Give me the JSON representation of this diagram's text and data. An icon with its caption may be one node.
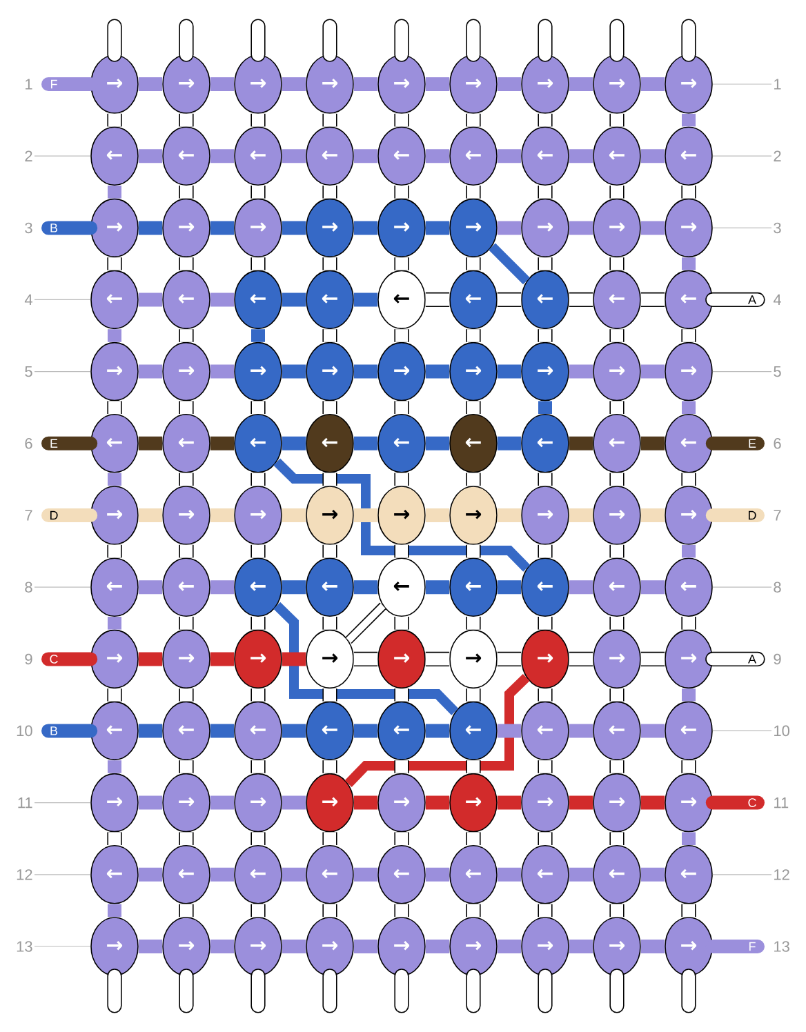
{
  "diagram": {
    "nodes": [
      {
        "text": [
          "→"
        ]
      },
      {
        "text": [
          "→"
        ]
      },
      {
        "text": [
          "→"
        ]
      },
      {
        "text": [
          "→"
        ]
      },
      {
        "text": [
          "→"
        ]
      },
      {
        "text": [
          "→"
        ]
      },
      {
        "text": [
          "→"
        ]
      },
      {
        "text": [
          "→"
        ]
      },
      {
        "text": [
          "→"
        ]
      },
      {
        "text": [
          "←"
        ]
      },
      {
        "text": [
          "←"
        ]
      },
      {
        "text": [
          "←"
        ]
      },
      {
        "text": [
          "←"
        ]
      },
      {
        "text": [
          "←"
        ]
      },
      {
        "text": [
          "←"
        ]
      },
      {
        "text": [
          "←"
        ]
      },
      {
        "text": [
          "←"
        ]
      },
      {
        "text": [
          "←"
        ]
      },
      {
        "text": [
          "→"
        ]
      },
      {
        "text": [
          "→"
        ]
      },
      {
        "text": [
          "→"
        ]
      },
      {
        "text": [
          "→"
        ]
      },
      {
        "text": [
          "→"
        ]
      },
      {
        "text": [
          "→"
        ]
      },
      {
        "text": [
          "→"
        ]
      },
      {
        "text": [
          "→"
        ]
      },
      {
        "text": [
          "→"
        ]
      },
      {
        "text": [
          "←"
        ]
      },
      {
        "text": [
          "←"
        ]
      },
      {
        "text": [
          "←"
        ]
      },
      {
        "text": [
          "←"
        ]
      },
      {
        "text": [
          "←"
        ]
      },
      {
        "text": [
          "←"
        ]
      },
      {
        "text": [
          "←"
        ]
      },
      {
        "text": [
          "←"
        ]
      },
      {
        "text": [
          "←"
        ]
      },
      {
        "text": [
          "→"
        ]
      },
      {
        "text": [
          "→"
        ]
      },
      {
        "text": [
          "→"
        ]
      },
      {
        "text": [
          "→"
        ]
      },
      {
        "text": [
          "→"
        ]
      },
      {
        "text": [
          "→"
        ]
      },
      {
        "text": [
          "→"
        ]
      },
      {
        "text": [
          "→"
        ]
      },
      {
        "text": [
          "→"
        ]
      },
      {
        "text": [
          "←"
        ]
      },
      {
        "text": [
          "←"
        ]
      },
      {
        "text": [
          "←"
        ]
      },
      {
        "text": [
          "←"
        ]
      },
      {
        "text": [
          "←"
        ]
      },
      {
        "text": [
          "←"
        ]
      },
      {
        "text": [
          "←"
        ]
      },
      {
        "text": [
          "←"
        ]
      },
      {
        "text": [
          "←"
        ]
      },
      {
        "text": [
          "→"
        ]
      },
      {
        "text": [
          "→"
        ]
      },
      {
        "text": [
          "→"
        ]
      },
      {
        "text": [
          "→"
        ]
      },
      {
        "text": [
          "→"
        ]
      },
      {
        "text": [
          "→"
        ]
      },
      {
        "text": [
          "→"
        ]
      },
      {
        "text": [
          "→"
        ]
      },
      {
        "text": [
          "→"
        ]
      },
      {
        "text": [
          "←"
        ]
      },
      {
        "text": [
          "←"
        ]
      },
      {
        "text": [
          "←"
        ]
      },
      {
        "text": [
          "←"
        ]
      },
      {
        "text": [
          "←"
        ]
      },
      {
        "text": [
          "←"
        ]
      },
      {
        "text": [
          "←"
        ]
      },
      {
        "text": [
          "←"
        ]
      },
      {
        "text": [
          "←"
        ]
      },
      {
        "text": [
          "→"
        ]
      },
      {
        "text": [
          "→"
        ]
      },
      {
        "text": [
          "→"
        ]
      },
      {
        "text": [
          "→"
        ]
      },
      {
        "text": [
          "→"
        ]
      },
      {
        "text": [
          "→"
        ]
      },
      {
        "text": [
          "→"
        ]
      },
      {
        "text": [
          "→"
        ]
      },
      {
        "text": [
          "→"
        ]
      },
      {
        "text": [
          "←"
        ]
      },
      {
        "text": [
          "←"
        ]
      },
      {
        "text": [
          "←"
        ]
      },
      {
        "text": [
          "←"
        ]
      },
      {
        "text": [
          "←"
        ]
      },
      {
        "text": [
          "←"
        ]
      },
      {
        "text": [
          "←"
        ]
      },
      {
        "text": [
          "←"
        ]
      },
      {
        "text": [
          "←"
        ]
      },
      {
        "text": [
          "→"
        ]
      },
      {
        "text": [
          "→"
        ]
      },
      {
        "text": [
          "→"
        ]
      },
      {
        "text": [
          "→"
        ]
      },
      {
        "text": [
          "→"
        ]
      },
      {
        "text": [
          "→"
        ]
      },
      {
        "text": [
          "→"
        ]
      },
      {
        "text": [
          "→"
        ]
      },
      {
        "text": [
          "→"
        ]
      },
      {
        "text": [
          "←"
        ]
      },
      {
        "text": [
          "←"
        ]
      },
      {
        "text": [
          "←"
        ]
      },
      {
        "text": [
          "←"
        ]
      },
      {
        "text": [
          "←"
        ]
      },
      {
        "text": [
          "←"
        ]
      },
      {
        "text": [
          "←"
        ]
      },
      {
        "text": [
          "←"
        ]
      },
      {
        "text": [
          "←"
        ]
      },
      {
        "text": [
          "→"
        ]
      },
      {
        "text": [
          "→"
        ]
      },
      {
        "text": [
          "→"
        ]
      },
      {
        "text": [
          "→"
        ]
      },
      {
        "text": [
          "→"
        ]
      },
      {
        "text": [
          "→"
        ]
      },
      {
        "text": [
          "→"
        ]
      },
      {
        "text": [
          "→"
        ]
      },
      {
        "text": [
          "→"
        ]
      },
      {
        "text": [
          "1"
        ]
      },
      {
        "text": [
          "2"
        ]
      },
      {
        "text": [
          "2"
        ]
      },
      {
        "text": [
          "3"
        ]
      },
      {
        "text": [
          "4"
        ]
      },
      {
        "text": [
          "5"
        ]
      },
      {
        "text": [
          "5"
        ]
      },
      {
        "text": [
          "8"
        ]
      },
      {
        "text": [
          "8"
        ]
      },
      {
        "text": [
          "10"
        ]
      },
      {
        "text": [
          "11"
        ]
      },
      {
        "text": [
          "12"
        ]
      },
      {
        "text": [
          "12"
        ]
      },
      {
        "text": [
          "13"
        ]
      }
    ],
    "edges": [
      {
        "from": null,
        "to": 0,
        "arrow": "none"
      },
      {
        "from": null,
        "to": 1,
        "arrow": "none"
      },
      {
        "from": null,
        "to": 2,
        "arrow": "none"
      },
      {
        "from": null,
        "to": 3,
        "arrow": "none"
      },
      {
        "from": null,
        "to": 4,
        "arrow": "none"
      },
      {
        "from": null,
        "to": 5,
        "arrow": "none"
      },
      {
        "from": null,
        "to": 6,
        "arrow": "none"
      },
      {
        "from": null,
        "to": 7,
        "arrow": "none"
      },
      {
        "from": null,
        "to": 8,
        "arrow": "none"
      },
      {
        "from": null,
        "to": 0,
        "arrow": "none",
        "color": "#9b8fdc",
        "label": "F"
      },
      {
        "from": 0,
        "to": 1,
        "arrow": "none",
        "color": "#9b8fdc"
      },
      {
        "from": 1,
        "to": 2,
        "arrow": "none",
        "color": "#9b8fdc"
      },
      {
        "from": 2,
        "to": 3,
        "arrow": "none",
        "color": "#9b8fdc"
      },
      {
        "from": 3,
        "to": 4,
        "arrow": "none",
        "color": "#9b8fdc"
      },
      {
        "from": 4,
        "to": 5,
        "arrow": "none",
        "color": "#9b8fdc"
      },
      {
        "from": 5,
        "to": 6,
        "arrow": "none",
        "color": "#9b8fdc"
      },
      {
        "from": 6,
        "to": 7,
        "arrow": "none",
        "color": "#9b8fdc"
      },
      {
        "from": 7,
        "to": 8,
        "arrow": "none",
        "color": "#9b8fdc"
      },
      {
        "from": 0,
        "to": 9,
        "arrow": "none"
      },
      {
        "from": 1,
        "to": 10,
        "arrow": "none"
      },
      {
        "from": 2,
        "to": 11,
        "arrow": "none"
      },
      {
        "from": 3,
        "to": 12,
        "arrow": "none"
      },
      {
        "from": 4,
        "to": 13,
        "arrow": "none"
      },
      {
        "from": 5,
        "to": 14,
        "arrow": "none"
      },
      {
        "from": 6,
        "to": 15,
        "arrow": "none"
      },
      {
        "from": 7,
        "to": 16,
        "arrow": "none"
      },
      {
        "from": 8,
        "to": 17,
        "arrow": "none",
        "color": "#9b8fdc"
      },
      {
        "from": 9,
        "to": 10,
        "arrow": "none",
        "color": "#9b8fdc"
      },
      {
        "from": 10,
        "to": 11,
        "arrow": "none",
        "color": "#9b8fdc"
      },
      {
        "from": 11,
        "to": 12,
        "arrow": "none",
        "color": "#9b8fdc"
      },
      {
        "from": 12,
        "to": 13,
        "arrow": "none",
        "color": "#9b8fdc"
      },
      {
        "from": 13,
        "to": 14,
        "arrow": "none",
        "color": "#9b8fdc"
      },
      {
        "from": 14,
        "to": 15,
        "arrow": "none",
        "color": "#9b8fdc"
      },
      {
        "from": 15,
        "to": 16,
        "arrow": "none",
        "color": "#9b8fdc"
      },
      {
        "from": 16,
        "to": 17,
        "arrow": "none",
        "color": "#9b8fdc"
      },
      {
        "from": 9,
        "to": 18,
        "arrow": "none",
        "color": "#9b8fdc"
      },
      {
        "from": 10,
        "to": 19,
        "arrow": "none"
      },
      {
        "from": 11,
        "to": 20,
        "arrow": "none"
      },
      {
        "from": 12,
        "to": 21,
        "arrow": "none"
      },
      {
        "from": 13,
        "to": 22,
        "arrow": "none"
      },
      {
        "from": 14,
        "to": 23,
        "arrow": "none"
      },
      {
        "from": 15,
        "to": 24,
        "arrow": "none"
      },
      {
        "from": 16,
        "to": 25,
        "arrow": "none"
      },
      {
        "from": 17,
        "to": 26,
        "arrow": "none"
      },
      {
        "from": null,
        "to": 18,
        "arrow": "none",
        "color": "#3669c6",
        "label": "B"
      },
      {
        "from": 18,
        "to": 19,
        "arrow": "none",
        "color": "#3669c6"
      },
      {
        "from": 19,
        "to": 20,
        "arrow": "none",
        "color": "#3669c6"
      },
      {
        "from": 20,
        "to": 21,
        "arrow": "none",
        "color": "#3669c6"
      },
      {
        "from": 21,
        "to": 22,
        "arrow": "none",
        "color": "#3669c6"
      },
      {
        "from": 22,
        "to": 23,
        "arrow": "none",
        "color": "#3669c6"
      },
      {
        "from": 23,
        "to": 24,
        "arrow": "none",
        "color": "#9b8fdc"
      },
      {
        "from": 24,
        "to": 25,
        "arrow": "none",
        "color": "#9b8fdc"
      },
      {
        "from": 25,
        "to": 26,
        "arrow": "none",
        "color": "#9b8fdc"
      },
      {
        "from": 18,
        "to": 27,
        "arrow": "none"
      },
      {
        "from": 19,
        "to": 28,
        "arrow": "none"
      },
      {
        "from": 20,
        "to": 29,
        "arrow": "none"
      },
      {
        "from": 21,
        "to": 30,
        "arrow": "none"
      },
      {
        "from": 22,
        "to": 31,
        "arrow": "none"
      },
      {
        "from": 23,
        "to": 32,
        "arrow": "none"
      },
      {
        "from": 24,
        "to": 33,
        "arrow": "none"
      },
      {
        "from": 25,
        "to": 34,
        "arrow": "none"
      },
      {
        "from": 26,
        "to": 35,
        "arrow": "none",
        "color": "#9b8fdc"
      },
      {
        "from": 27,
        "to": 28,
        "arrow": "none",
        "color": "#9b8fdc"
      },
      {
        "from": 28,
        "to": 29,
        "arrow": "none",
        "color": "#9b8fdc"
      },
      {
        "from": 29,
        "to": 30,
        "arrow": "none",
        "color": "#3669c6"
      },
      {
        "from": 30,
        "to": 31,
        "arrow": "none",
        "color": "#3669c6"
      },
      {
        "from": 31,
        "to": 32,
        "arrow": "none"
      },
      {
        "from": 32,
        "to": 33,
        "arrow": "none"
      },
      {
        "from": 33,
        "to": 34,
        "arrow": "none"
      },
      {
        "from": 34,
        "to": 35,
        "arrow": "none"
      },
      {
        "from": 35,
        "to": null,
        "arrow": "none",
        "label": "A"
      },
      {
        "from": 27,
        "to": 36,
        "arrow": "none",
        "color": "#9b8fdc"
      },
      {
        "from": 28,
        "to": 37,
        "arrow": "none"
      },
      {
        "from": 29,
        "to": 38,
        "arrow": "none",
        "color": "#3669c6"
      },
      {
        "from": 30,
        "to": 39,
        "arrow": "none"
      },
      {
        "from": 31,
        "to": 40,
        "arrow": "none"
      },
      {
        "from": 32,
        "to": 41,
        "arrow": "none"
      },
      {
        "from": 33,
        "to": 42,
        "arrow": "none"
      },
      {
        "from": 34,
        "to": 43,
        "arrow": "none"
      },
      {
        "from": 35,
        "to": 44,
        "arrow": "none"
      },
      {
        "from": 36,
        "to": 37,
        "arrow": "none",
        "color": "#9b8fdc"
      },
      {
        "from": 37,
        "to": 38,
        "arrow": "none",
        "color": "#9b8fdc"
      },
      {
        "from": 38,
        "to": 39,
        "arrow": "none",
        "color": "#3669c6"
      },
      {
        "from": 39,
        "to": 40,
        "arrow": "none",
        "color": "#3669c6"
      },
      {
        "from": 40,
        "to": 41,
        "arrow": "none",
        "color": "#3669c6"
      },
      {
        "from": 41,
        "to": 42,
        "arrow": "none",
        "color": "#3669c6"
      },
      {
        "from": 42,
        "to": 43,
        "arrow": "none",
        "color": "#9b8fdc"
      },
      {
        "from": 43,
        "to": 44,
        "arrow": "none",
        "color": "#9b8fdc"
      },
      {
        "from": 36,
        "to": 45,
        "arrow": "none"
      },
      {
        "from": 37,
        "to": 46,
        "arrow": "none"
      },
      {
        "from": 38,
        "to": 47,
        "arrow": "none"
      },
      {
        "from": 39,
        "to": 48,
        "arrow": "none"
      },
      {
        "from": 40,
        "to": 49,
        "arrow": "none"
      },
      {
        "from": 41,
        "to": 50,
        "arrow": "none"
      },
      {
        "from": 42,
        "to": 51,
        "arrow": "none",
        "color": "#3669c6"
      },
      {
        "from": 43,
        "to": 52,
        "arrow": "none"
      },
      {
        "from": 44,
        "to": 53,
        "arrow": "none",
        "color": "#9b8fdc"
      },
      {
        "from": null,
        "to": 45,
        "arrow": "none",
        "color": "#513a1d",
        "label": "E"
      },
      {
        "from": 45,
        "to": 46,
        "arrow": "none",
        "color": "#513a1d"
      },
      {
        "from": 46,
        "to": 47,
        "arrow": "none",
        "color": "#513a1d"
      },
      {
        "from": 47,
        "to": 48,
        "arrow": "none",
        "color": "#3669c6"
      },
      {
        "from": 48,
        "to": 49,
        "arrow": "none",
        "color": "#3669c6"
      },
      {
        "from": 49,
        "to": 50,
        "arrow": "none",
        "color": "#3669c6"
      },
      {
        "from": 50,
        "to": 51,
        "arrow": "none",
        "color": "#3669c6"
      },
      {
        "from": 51,
        "to": 52,
        "arrow": "none",
        "color": "#513a1d"
      },
      {
        "from": 52,
        "to": 53,
        "arrow": "none",
        "color": "#513a1d"
      },
      {
        "from": 53,
        "to": null,
        "arrow": "none",
        "color": "#513a1d",
        "label": "E"
      },
      {
        "from": 45,
        "to": 54,
        "arrow": "none",
        "color": "#9b8fdc"
      },
      {
        "from": 46,
        "to": 55,
        "arrow": "none"
      },
      {
        "from": 47,
        "to": 56,
        "arrow": "none"
      },
      {
        "from": 48,
        "to": 57,
        "arrow": "none"
      },
      {
        "from": 49,
        "to": 58,
        "arrow": "none"
      },
      {
        "from": 50,
        "to": 59,
        "arrow": "none"
      },
      {
        "from": 51,
        "to": 60,
        "arrow": "none"
      },
      {
        "from": 52,
        "to": 61,
        "arrow": "none"
      },
      {
        "from": 53,
        "to": 62,
        "arrow": "none"
      },
      {
        "from": null,
        "to": 54,
        "arrow": "none",
        "color": "#f3ddbb",
        "label": "D"
      },
      {
        "from": 54,
        "to": 55,
        "arrow": "none",
        "color": "#f3ddbb"
      },
      {
        "from": 55,
        "to": 56,
        "arrow": "none",
        "color": "#f3ddbb"
      },
      {
        "from": 56,
        "to": 57,
        "arrow": "none",
        "color": "#f3ddbb"
      },
      {
        "from": 57,
        "to": 58,
        "arrow": "none",
        "color": "#f3ddbb"
      },
      {
        "from": 58,
        "to": 59,
        "arrow": "none",
        "color": "#f3ddbb"
      },
      {
        "from": 59,
        "to": 60,
        "arrow": "none",
        "color": "#f3ddbb"
      },
      {
        "from": 60,
        "to": 61,
        "arrow": "none",
        "color": "#f3ddbb"
      },
      {
        "from": 61,
        "to": 62,
        "arrow": "none",
        "color": "#f3ddbb"
      },
      {
        "from": 62,
        "to": null,
        "arrow": "none",
        "color": "#f3ddbb",
        "label": "D"
      },
      {
        "from": 54,
        "to": 63,
        "arrow": "none"
      },
      {
        "from": 55,
        "to": 64,
        "arrow": "none"
      },
      {
        "from": 56,
        "to": 65,
        "arrow": "none"
      },
      {
        "from": 57,
        "to": 66,
        "arrow": "none"
      },
      {
        "from": 58,
        "to": 67,
        "arrow": "none"
      },
      {
        "from": 59,
        "to": 68,
        "arrow": "none"
      },
      {
        "from": 60,
        "to": 69,
        "arrow": "none"
      },
      {
        "from": 61,
        "to": 70,
        "arrow": "none"
      },
      {
        "from": 62,
        "to": 71,
        "arrow": "none",
        "color": "#9b8fdc"
      },
      {
        "from": 63,
        "to": 64,
        "arrow": "none",
        "color": "#9b8fdc"
      },
      {
        "from": 64,
        "to": 65,
        "arrow": "none",
        "color": "#9b8fdc"
      },
      {
        "from": 65,
        "to": 66,
        "arrow": "none",
        "color": "#3669c6"
      },
      {
        "from": 66,
        "to": 67,
        "arrow": "none",
        "color": "#3669c6"
      },
      {
        "from": 67,
        "to": 68,
        "arrow": "none",
        "color": "#3669c6"
      },
      {
        "from": 68,
        "to": 69,
        "arrow": "none",
        "color": "#3669c6"
      },
      {
        "from": 69,
        "to": 70,
        "arrow": "none",
        "color": "#9b8fdc"
      },
      {
        "from": 70,
        "to": 71,
        "arrow": "none",
        "color": "#9b8fdc"
      },
      {
        "from": 63,
        "to": 72,
        "arrow": "none",
        "color": "#9b8fdc"
      },
      {
        "from": 64,
        "to": 73,
        "arrow": "none"
      },
      {
        "from": 65,
        "to": 74,
        "arrow": "none"
      },
      {
        "from": 66,
        "to": 75,
        "arrow": "none"
      },
      {
        "from": 67,
        "to": 76,
        "arrow": "none"
      },
      {
        "from": 68,
        "to": 77,
        "arrow": "none"
      },
      {
        "from": 69,
        "to": 78,
        "arrow": "none"
      },
      {
        "from": 70,
        "to": 79,
        "arrow": "none"
      },
      {
        "from": 71,
        "to": 80,
        "arrow": "none"
      },
      {
        "from": null,
        "to": 72,
        "arrow": "none",
        "color": "#d22b2b",
        "label": "C"
      },
      {
        "from": 72,
        "to": 73,
        "arrow": "none",
        "color": "#d22b2b"
      },
      {
        "from": 73,
        "to": 74,
        "arrow": "none",
        "color": "#d22b2b"
      },
      {
        "from": 74,
        "to": 75,
        "arrow": "none",
        "color": "#d22b2b"
      },
      {
        "from": 75,
        "to": 76,
        "arrow": "none"
      },
      {
        "from": 76,
        "to": 77,
        "arrow": "none"
      },
      {
        "from": 77,
        "to": 78,
        "arrow": "none"
      },
      {
        "from": 78,
        "to": 79,
        "arrow": "none"
      },
      {
        "from": 79,
        "to": 80,
        "arrow": "none"
      },
      {
        "from": 80,
        "to": null,
        "arrow": "none",
        "label": "A"
      },
      {
        "from": 72,
        "to": 81,
        "arrow": "none"
      },
      {
        "from": 73,
        "to": 82,
        "arrow": "none"
      },
      {
        "from": 74,
        "to": 83,
        "arrow": "none"
      },
      {
        "from": 75,
        "to": 84,
        "arrow": "none"
      },
      {
        "from": 76,
        "to": 85,
        "arrow": "none"
      },
      {
        "from": 77,
        "to": 86,
        "arrow": "none"
      },
      {
        "from": 78,
        "to": 87,
        "arrow": "none"
      },
      {
        "from": 79,
        "to": 88,
        "arrow": "none"
      },
      {
        "from": 80,
        "to": 89,
        "arrow": "none",
        "color": "#9b8fdc"
      },
      {
        "from": null,
        "to": 81,
        "arrow": "none",
        "color": "#3669c6",
        "label": "B"
      },
      {
        "from": 81,
        "to": 82,
        "arrow": "none",
        "color": "#3669c6"
      },
      {
        "from": 82,
        "to": 83,
        "arrow": "none",
        "color": "#3669c6"
      },
      {
        "from": 83,
        "to": 84,
        "arrow": "none",
        "color": "#3669c6"
      },
      {
        "from": 84,
        "to": 85,
        "arrow": "none",
        "color": "#3669c6"
      },
      {
        "from": 85,
        "to": 86,
        "arrow": "none",
        "color": "#3669c6"
      },
      {
        "from": 86,
        "to": 87,
        "arrow": "none",
        "color": "#9b8fdc"
      },
      {
        "from": 87,
        "to": 88,
        "arrow": "none",
        "color": "#9b8fdc"
      },
      {
        "from": 88,
        "to": 89,
        "arrow": "none",
        "color": "#9b8fdc"
      },
      {
        "from": 81,
        "to": 90,
        "arrow": "none",
        "color": "#9b8fdc"
      },
      {
        "from": 82,
        "to": 91,
        "arrow": "none"
      },
      {
        "from": 83,
        "to": 92,
        "arrow": "none"
      },
      {
        "from": 84,
        "to": 93,
        "arrow": "none"
      },
      {
        "from": 85,
        "to": 94,
        "arrow": "none"
      },
      {
        "from": 86,
        "to": 95,
        "arrow": "none"
      },
      {
        "from": 87,
        "to": 96,
        "arrow": "none"
      },
      {
        "from": 88,
        "to": 97,
        "arrow": "none"
      },
      {
        "from": 89,
        "to": 98,
        "arrow": "none"
      },
      {
        "from": 90,
        "to": 91,
        "arrow": "none",
        "color": "#9b8fdc"
      },
      {
        "from": 91,
        "to": 92,
        "arrow": "none",
        "color": "#9b8fdc"
      },
      {
        "from": 92,
        "to": 93,
        "arrow": "none",
        "color": "#9b8fdc"
      },
      {
        "from": 93,
        "to": 94,
        "arrow": "none",
        "color": "#d22b2b"
      },
      {
        "from": 94,
        "to": 95,
        "arrow": "none",
        "color": "#d22b2b"
      },
      {
        "from": 95,
        "to": 96,
        "arrow": "none",
        "color": "#d22b2b"
      },
      {
        "from": 96,
        "to": 97,
        "arrow": "none",
        "color": "#d22b2b"
      },
      {
        "from": 97,
        "to": 98,
        "arrow": "none",
        "color": "#d22b2b"
      },
      {
        "from": 98,
        "to": null,
        "arrow": "none",
        "color": "#d22b2b",
        "label": "C"
      },
      {
        "from": 90,
        "to": 99,
        "arrow": "none"
      },
      {
        "from": 91,
        "to": 100,
        "arrow": "none"
      },
      {
        "from": 92,
        "to": 101,
        "arrow": "none"
      },
      {
        "from": 93,
        "to": 102,
        "arrow": "none"
      },
      {
        "from": 94,
        "to": 103,
        "arrow": "none"
      },
      {
        "from": 95,
        "to": 104,
        "arrow": "none"
      },
      {
        "from": 96,
        "to": 105,
        "arrow": "none"
      },
      {
        "from": 97,
        "to": 106,
        "arrow": "none"
      },
      {
        "from": 98,
        "to": 107,
        "arrow": "none",
        "color": "#9b8fdc"
      },
      {
        "from": 99,
        "to": 100,
        "arrow": "none",
        "color": "#9b8fdc"
      },
      {
        "from": 100,
        "to": 101,
        "arrow": "none",
        "color": "#9b8fdc"
      },
      {
        "from": 101,
        "to": 102,
        "arrow": "none",
        "color": "#9b8fdc"
      },
      {
        "from": 102,
        "to": 103,
        "arrow": "none",
        "color": "#9b8fdc"
      },
      {
        "from": 103,
        "to": 104,
        "arrow": "none",
        "color": "#9b8fdc"
      },
      {
        "from": 104,
        "to": 105,
        "arrow": "none",
        "color": "#9b8fdc"
      },
      {
        "from": 105,
        "to": 106,
        "arrow": "none",
        "color": "#9b8fdc"
      },
      {
        "from": 106,
        "to": 107,
        "arrow": "none",
        "color": "#9b8fdc"
      },
      {
        "from": 99,
        "to": 108,
        "arrow": "none",
        "color": "#9b8fdc"
      },
      {
        "from": 100,
        "to": 109,
        "arrow": "none"
      },
      {
        "from": 101,
        "to": 110,
        "arrow": "none"
      },
      {
        "from": 102,
        "to": 111,
        "arrow": "none"
      },
      {
        "from": 103,
        "to": 112,
        "arrow": "none"
      },
      {
        "from": 104,
        "to": 113,
        "arrow": "none"
      },
      {
        "from": 105,
        "to": 114,
        "arrow": "none"
      },
      {
        "from": 106,
        "to": 115,
        "arrow": "none"
      },
      {
        "from": 107,
        "to": 116,
        "arrow": "none"
      },
      {
        "from": 108,
        "to": 109,
        "arrow": "none",
        "color": "#9b8fdc"
      },
      {
        "from": 109,
        "to": 110,
        "arrow": "none",
        "color": "#9b8fdc"
      },
      {
        "from": 110,
        "to": 111,
        "arrow": "none",
        "color": "#9b8fdc"
      },
      {
        "from": 111,
        "to": 112,
        "arrow": "none",
        "color": "#9b8fdc"
      },
      {
        "from": 112,
        "to": 113,
        "arrow": "none",
        "color": "#9b8fdc"
      },
      {
        "from": 113,
        "to": 114,
        "arrow": "none",
        "color": "#9b8fdc"
      },
      {
        "from": 114,
        "to": 115,
        "arrow": "none",
        "color": "#9b8fdc"
      },
      {
        "from": 115,
        "to": 116,
        "arrow": "none",
        "color": "#9b8fdc"
      },
      {
        "from": 116,
        "to": null,
        "arrow": "none",
        "color": "#9b8fdc",
        "label": "F"
      },
      {
        "from": 108,
        "to": null,
        "arrow": "none"
      },
      {
        "from": 109,
        "to": null,
        "arrow": "none"
      },
      {
        "from": 110,
        "to": null,
        "arrow": "none"
      },
      {
        "from": 111,
        "to": null,
        "arrow": "none"
      },
      {
        "from": 112,
        "to": null,
        "arrow": "none"
      },
      {
        "from": 113,
        "to": null,
        "arrow": "none"
      },
      {
        "from": 114,
        "to": null,
        "arrow": "none"
      },
      {
        "from": 115,
        "to": null,
        "arrow": "none"
      },
      {
        "from": 116,
        "to": null,
        "arrow": "none"
      },
      {
        "from": 23,
        "to": 33,
        "arrow": "none",
        "color": "#3669c6"
      },
      {
        "from": 47,
        "to": 69,
        "arrow": "none",
        "color": "#3669c6"
      },
      {
        "from": 65,
        "to": 86,
        "arrow": "none",
        "color": "#3669c6"
      },
      {
        "from": 67,
        "to": 75,
        "arrow": "none"
      },
      {
        "from": 78,
        "to": 93,
        "arrow": "none",
        "color": "#d22b2b"
      },
      {
        "from": 117,
        "to": 8,
        "arrow": "none",
        "color": "#bbbbbb"
      },
      {
        "from": 118,
        "to": 9,
        "arrow": "none",
        "color": "#bbbbbb"
      },
      {
        "from": 119,
        "to": 17,
        "arrow": "none",
        "color": "#bbbbbb"
      },
      {
        "from": 120,
        "to": 26,
        "arrow": "none",
        "color": "#bbbbbb"
      },
      {
        "from": 121,
        "to": 27,
        "arrow": "none",
        "color": "#bbbbbb"
      },
      {
        "from": 122,
        "to": 36,
        "arrow": "none",
        "color": "#bbbbbb"
      },
      {
        "from": 123,
        "to": 44,
        "arrow": "none",
        "color": "#bbbbbb"
      },
      {
        "from": 124,
        "to": 63,
        "arrow": "none",
        "color": "#bbbbbb"
      },
      {
        "from": 125,
        "to": 71,
        "arrow": "none",
        "color": "#bbbbbb"
      },
      {
        "from": 126,
        "to": 89,
        "arrow": "none",
        "color": "#bbbbbb"
      },
      {
        "from": 127,
        "to": 90,
        "arrow": "none",
        "color": "#bbbbbb"
      },
      {
        "from": 128,
        "to": 99,
        "arrow": "none",
        "color": "#bbbbbb"
      },
      {
        "from": 129,
        "to": 107,
        "arrow": "none",
        "color": "#bbbbbb"
      },
      {
        "from": 130,
        "to": 108,
        "arrow": "none",
        "color": "#bbbbbb"
      }
    ],
    "labels": [
      "1",
      "3",
      "4",
      "6",
      "6",
      "7",
      "7",
      "9",
      "9",
      "10",
      "11",
      "13"
    ]
  }
}
